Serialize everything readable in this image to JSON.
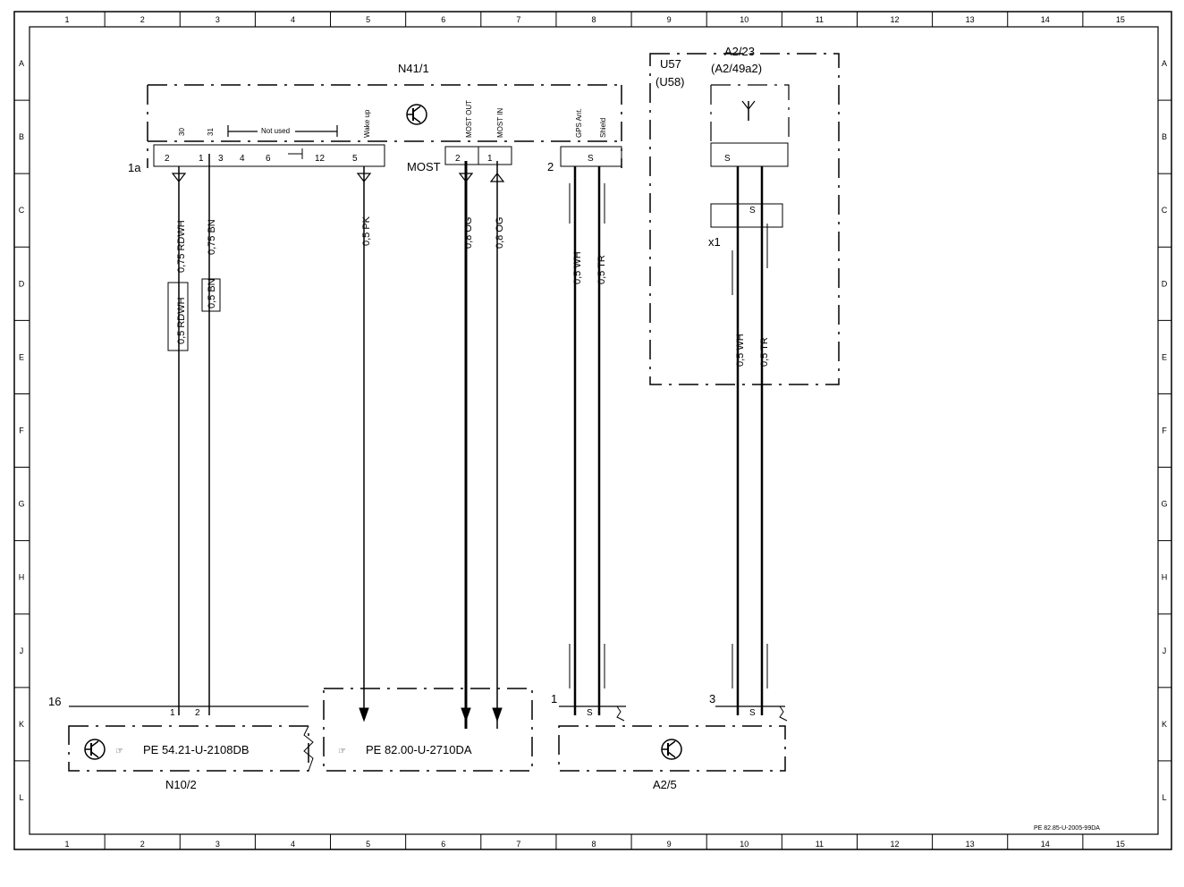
{
  "grid": {
    "columns": [
      "1",
      "2",
      "3",
      "4",
      "5",
      "6",
      "7",
      "8",
      "9",
      "10",
      "11",
      "12",
      "13",
      "14",
      "15"
    ],
    "rows": [
      "A",
      "B",
      "C",
      "D",
      "E",
      "F",
      "G",
      "H",
      "J",
      "K",
      "L"
    ]
  },
  "components": {
    "n41_1": {
      "label": "N41/1",
      "connector": "1a",
      "most_label": "MOST",
      "shield_connector": "2"
    },
    "u57": {
      "label": "U57",
      "alt_label": "(U58)"
    },
    "a2_23": {
      "label": "A2/23",
      "alt_label": "(A2/49a2)",
      "coupling": "x1"
    },
    "n10_2": {
      "label": "N10/2",
      "connector": "16",
      "reference": "PE 54.21-U-2108DB"
    },
    "most_ref": {
      "reference": "PE 82.00-U-2710DA"
    },
    "a2_5": {
      "label": "A2/5",
      "connector_left": "1",
      "connector_right": "3"
    }
  },
  "pins": {
    "top": [
      "2",
      "1",
      "3",
      "4",
      "6",
      "12",
      "5",
      "2",
      "1",
      "S"
    ],
    "a2_23_top": "S",
    "x1_pin": "S",
    "n10_2": [
      "1",
      "2"
    ],
    "a2_5": [
      "S",
      "S"
    ]
  },
  "signals": {
    "s30": "30",
    "s31": "31",
    "not_used": "Not used",
    "wake_up": "Wake up",
    "most_out": "MOST OUT",
    "most_in": "MOST IN",
    "gps_ant": "GPS Ant.",
    "shield": "Shield"
  },
  "wires": {
    "w_rdwh_075": "0,75 RDWH",
    "w_bn_075": "0,75 BN",
    "w_rdwh_05": "0,5 RDWH",
    "w_bn_05": "0,5 BN",
    "w_pk": "0,5 PK",
    "w_og_out": "0,8 OG",
    "w_og_in": "0,8 OG",
    "w_wh_left": "0,5 WH",
    "w_tr_left": "0,5 TR",
    "w_wh_right": "0,5 WH",
    "w_tr_right": "0,5 TR"
  },
  "document_id": "PE 82.85-U-2005-99DA"
}
